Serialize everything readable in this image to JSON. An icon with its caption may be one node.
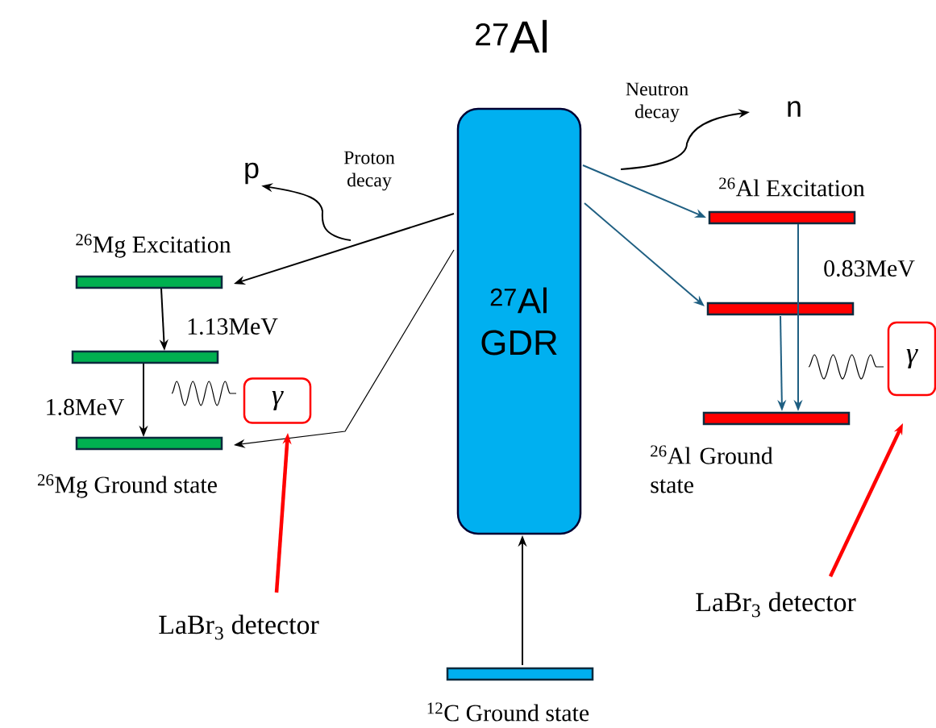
{
  "diagram": {
    "title": "$^{27}$Al",
    "nodes": [
      {
        "text": [
          "$^{27}$Al GDR"
        ]
      },
      {
        "text": [
          "$^{26}$Mg Excitation"
        ]
      },
      {
        "text": [],
        "shape": "bar"
      },
      {
        "text": [
          "$^{26}$Mg Ground state"
        ]
      },
      {
        "text": [
          "$^{26}$Al Excitation"
        ]
      },
      {
        "text": [],
        "shape": "bar"
      },
      {
        "text": [
          "$^{26}$Al Ground state"
        ]
      },
      {
        "text": [
          "$^{12}$C Ground state"
        ]
      },
      {
        "text": [
          "γ"
        ]
      },
      {
        "text": [
          "γ"
        ]
      },
      {
        "text": [
          "p"
        ]
      },
      {
        "text": [
          "n"
        ]
      },
      {
        "text": [
          "LaBr$_{3}$ detector"
        ]
      },
      {
        "text": [
          "LaBr$_{3}$ detector"
        ]
      }
    ],
    "edges": [
      {
        "from": 7,
        "to": 0,
        "arrow": "to"
      },
      {
        "from": 0,
        "to": 1,
        "arrow": "to"
      },
      {
        "from": 0,
        "to": 3,
        "arrow": "to"
      },
      {
        "from": 0,
        "to": 4,
        "arrow": "to",
        "color": "#1f5f82"
      },
      {
        "from": 0,
        "to": 5,
        "arrow": "to",
        "color": "#1f5f82"
      },
      {
        "from": 1,
        "to": 2,
        "arrow": "to",
        "label": "1.13MeV"
      },
      {
        "from": 2,
        "to": 3,
        "arrow": "to",
        "label": "1.8MeV"
      },
      {
        "from": 4,
        "to": 6,
        "arrow": "to",
        "label": "0.83MeV",
        "color": "#1f5f82"
      },
      {
        "from": 5,
        "to": 6,
        "arrow": "to",
        "color": "#1f5f82"
      },
      {
        "from": null,
        "to": 10,
        "arrow": "to",
        "label": "Proton decay"
      },
      {
        "from": null,
        "to": 11,
        "arrow": "to",
        "label": "Neutron decay"
      },
      {
        "from": 12,
        "to": 8,
        "arrow": "to",
        "style": "thick",
        "color": "#ff0000"
      },
      {
        "from": 13,
        "to": 9,
        "arrow": "to",
        "style": "thick",
        "color": "#ff0000"
      }
    ]
  }
}
